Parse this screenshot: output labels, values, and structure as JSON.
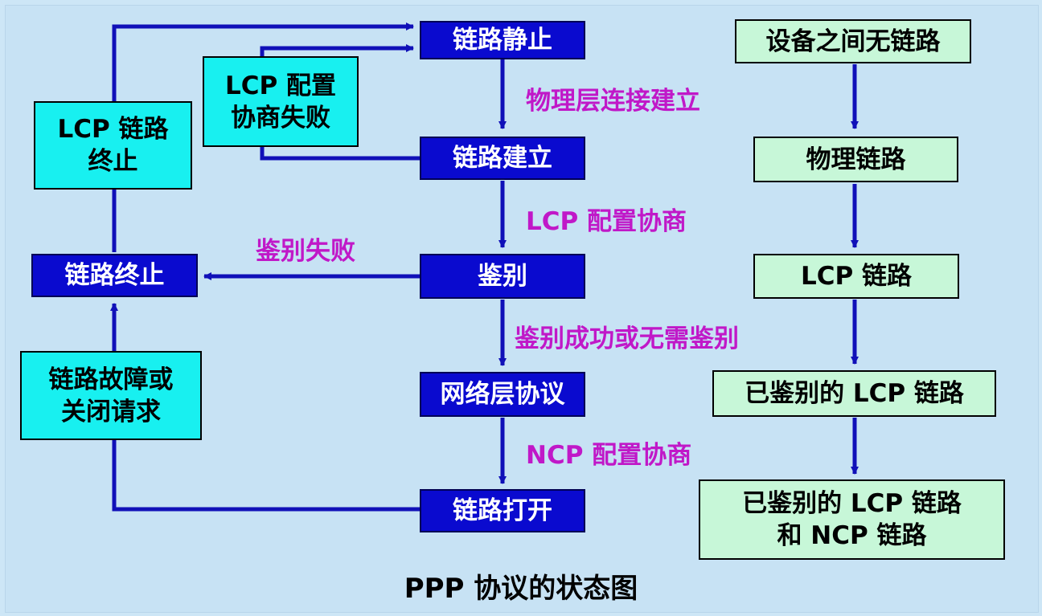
{
  "states": {
    "link_dead": "链路静止",
    "link_establish": "链路建立",
    "authenticate": "鉴别",
    "network_layer": "网络层协议",
    "link_open": "链路打开",
    "link_terminate": "链路终止"
  },
  "events": {
    "lcp_config_fail_line1": "LCP 配置",
    "lcp_config_fail_line2": "协商失败",
    "lcp_link_terminate_line1": "LCP 链路",
    "lcp_link_terminate_line2": "终止",
    "link_failure_line1": "链路故障或",
    "link_failure_line2": "关闭请求"
  },
  "transitions": {
    "physical_up": "物理层连接建立",
    "lcp_negotiation": "LCP 配置协商",
    "auth_fail": "鉴别失败",
    "auth_ok": "鉴别成功或无需鉴别",
    "ncp_negotiation": "NCP 配置协商"
  },
  "link_status": [
    "设备之间无链路",
    "物理链路",
    "LCP 链路",
    "已鉴别的 LCP 链路",
    "已鉴别的 LCP 链路\n和 NCP 链路"
  ],
  "link_status_lines": {
    "s5_line1": "已鉴别的 LCP 链路",
    "s5_line2": "和 NCP 链路"
  },
  "title": "PPP 协议的状态图",
  "colors": {
    "state_fill": "#0a0acf",
    "event_fill": "#18f0f0",
    "status_fill": "#c7f7d8",
    "arrow": "#1010b8",
    "transition_text": "#c018c8",
    "background": "#c7e2f4"
  }
}
